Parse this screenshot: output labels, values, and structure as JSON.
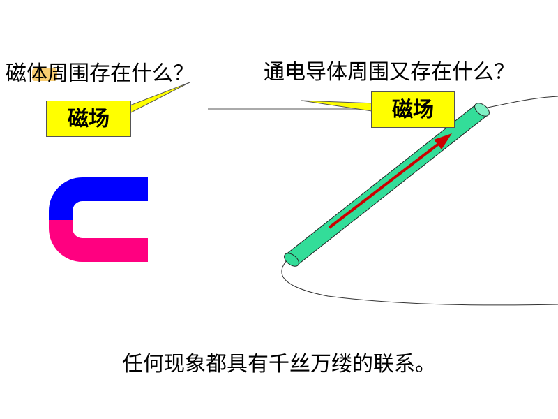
{
  "question_magnet": "磁体周围存在什么？",
  "question_conductor": "通电导体周围又存在什么？",
  "answer_magnet": "磁场",
  "answer_conductor": "磁场",
  "conclusion": "任何现象都具有千丝万缕的联系。",
  "colors": {
    "callout_fill": "#ffff00",
    "magnet_north": "#0000ff",
    "magnet_south": "#ff0080",
    "wire_fill": "#33dd99",
    "current_arrow": "#cc0000"
  }
}
